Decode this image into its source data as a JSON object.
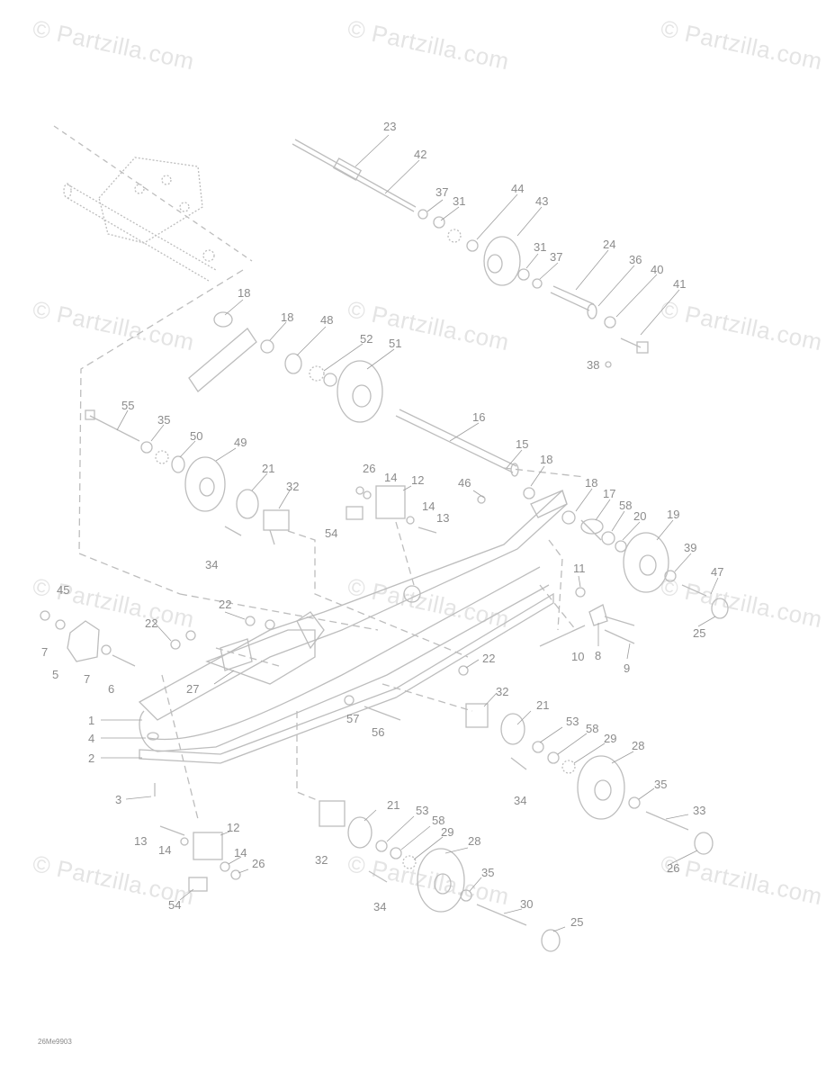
{
  "watermark": "© Partzilla.com",
  "drawing_code": "26Me9903",
  "colors": {
    "line": "#bdbdbd",
    "label": "#8c8c8c",
    "watermark": "#e4e4e4"
  },
  "callouts": [
    {
      "id": "c23",
      "n": "23"
    },
    {
      "id": "c42",
      "n": "42"
    },
    {
      "id": "c37a",
      "n": "37"
    },
    {
      "id": "c31a",
      "n": "31"
    },
    {
      "id": "c44",
      "n": "44"
    },
    {
      "id": "c43",
      "n": "43"
    },
    {
      "id": "c31b",
      "n": "31"
    },
    {
      "id": "c37b",
      "n": "37"
    },
    {
      "id": "c24",
      "n": "24"
    },
    {
      "id": "c36",
      "n": "36"
    },
    {
      "id": "c40",
      "n": "40"
    },
    {
      "id": "c41",
      "n": "41"
    },
    {
      "id": "c38",
      "n": "38"
    },
    {
      "id": "c18a",
      "n": "18"
    },
    {
      "id": "c18b",
      "n": "18"
    },
    {
      "id": "c48",
      "n": "48"
    },
    {
      "id": "c52",
      "n": "52"
    },
    {
      "id": "c51",
      "n": "51"
    },
    {
      "id": "c16",
      "n": "16"
    },
    {
      "id": "c55",
      "n": "55"
    },
    {
      "id": "c35a",
      "n": "35"
    },
    {
      "id": "c50",
      "n": "50"
    },
    {
      "id": "c49",
      "n": "49"
    },
    {
      "id": "c15",
      "n": "15"
    },
    {
      "id": "c18c",
      "n": "18"
    },
    {
      "id": "c26a",
      "n": "26"
    },
    {
      "id": "c14a",
      "n": "14"
    },
    {
      "id": "c12a",
      "n": "12"
    },
    {
      "id": "c21a",
      "n": "21"
    },
    {
      "id": "c32a",
      "n": "32"
    },
    {
      "id": "c46",
      "n": "46"
    },
    {
      "id": "c18d",
      "n": "18"
    },
    {
      "id": "c17",
      "n": "17"
    },
    {
      "id": "c58a",
      "n": "58"
    },
    {
      "id": "c14b",
      "n": "14"
    },
    {
      "id": "c13a",
      "n": "13"
    },
    {
      "id": "c54a",
      "n": "54"
    },
    {
      "id": "c20",
      "n": "20"
    },
    {
      "id": "c19",
      "n": "19"
    },
    {
      "id": "c34a",
      "n": "34"
    },
    {
      "id": "c39",
      "n": "39"
    },
    {
      "id": "c47",
      "n": "47"
    },
    {
      "id": "c11",
      "n": "11"
    },
    {
      "id": "c45",
      "n": "45"
    },
    {
      "id": "c22a",
      "n": "22"
    },
    {
      "id": "c22b",
      "n": "22"
    },
    {
      "id": "c7a",
      "n": "7"
    },
    {
      "id": "c5",
      "n": "5"
    },
    {
      "id": "c7b",
      "n": "7"
    },
    {
      "id": "c6",
      "n": "6"
    },
    {
      "id": "c27",
      "n": "27"
    },
    {
      "id": "c10",
      "n": "10"
    },
    {
      "id": "c8",
      "n": "8"
    },
    {
      "id": "c9",
      "n": "9"
    },
    {
      "id": "c25a",
      "n": "25"
    },
    {
      "id": "c22c",
      "n": "22"
    },
    {
      "id": "c32b",
      "n": "32"
    },
    {
      "id": "c21b",
      "n": "21"
    },
    {
      "id": "c1",
      "n": "1"
    },
    {
      "id": "c57",
      "n": "57"
    },
    {
      "id": "c56",
      "n": "56"
    },
    {
      "id": "c53a",
      "n": "53"
    },
    {
      "id": "c58b",
      "n": "58"
    },
    {
      "id": "c29a",
      "n": "29"
    },
    {
      "id": "c28a",
      "n": "28"
    },
    {
      "id": "c4",
      "n": "4"
    },
    {
      "id": "c2",
      "n": "2"
    },
    {
      "id": "c34b",
      "n": "34"
    },
    {
      "id": "c35b",
      "n": "35"
    },
    {
      "id": "c3",
      "n": "3"
    },
    {
      "id": "c33",
      "n": "33"
    },
    {
      "id": "c21c",
      "n": "21"
    },
    {
      "id": "c12b",
      "n": "12"
    },
    {
      "id": "c53b",
      "n": "53"
    },
    {
      "id": "c58c",
      "n": "58"
    },
    {
      "id": "c29b",
      "n": "29"
    },
    {
      "id": "c28b",
      "n": "28"
    },
    {
      "id": "c13b",
      "n": "13"
    },
    {
      "id": "c14c",
      "n": "14"
    },
    {
      "id": "c32c",
      "n": "32"
    },
    {
      "id": "c14d",
      "n": "14"
    },
    {
      "id": "c26b",
      "n": "26"
    },
    {
      "id": "c26c",
      "n": "26"
    },
    {
      "id": "c35c",
      "n": "35"
    },
    {
      "id": "c34c",
      "n": "34"
    },
    {
      "id": "c30",
      "n": "30"
    },
    {
      "id": "c54b",
      "n": "54"
    },
    {
      "id": "c25b",
      "n": "25"
    }
  ]
}
